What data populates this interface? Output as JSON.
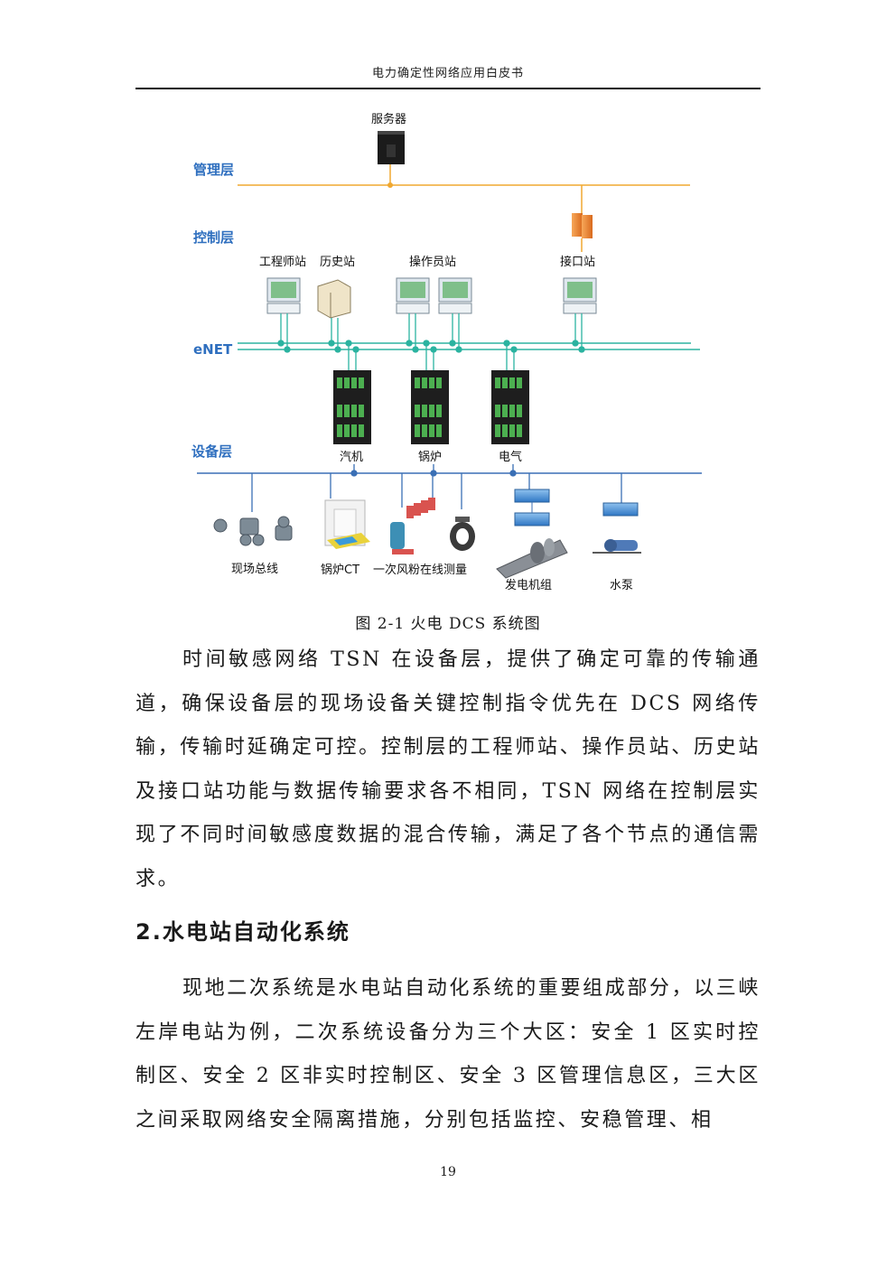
{
  "header": {
    "title": "电力确定性网络应用白皮书"
  },
  "figure": {
    "layers": {
      "mgmt": "管理层",
      "control": "控制层",
      "enet": "eNET",
      "device": "设备层"
    },
    "labels": {
      "server": "服务器",
      "engineer": "工程师站",
      "history": "历史站",
      "operator": "操作员站",
      "interface": "接口站",
      "turbine": "汽机",
      "boiler": "锅炉",
      "electric": "电气",
      "field_bus": "现场总线",
      "boiler_ct": "锅炉CT",
      "coal_measure": "一次风粉在线测量",
      "generator": "发电机组",
      "pump": "水泵"
    },
    "caption": "图 2-1  火电 DCS 系统图"
  },
  "body": {
    "paragraph1": "时间敏感网络 TSN 在设备层，提供了确定可靠的传输通道，确保设备层的现场设备关键控制指令优先在 DCS 网络传输，传输时延确定可控。控制层的工程师站、操作员站、历史站及接口站功能与数据传输要求各不相同，TSN 网络在控制层实现了不同时间敏感度数据的混合传输，满足了各个节点的通信需求。",
    "heading": "2.水电站自动化系统",
    "paragraph2": "现地二次系统是水电站自动化系统的重要组成部分，以三峡左岸电站为例，二次系统设备分为三个大区：安全 1 区实时控制区、安全 2 区非实时控制区、安全 3 区管理信息区，三大区之间采取网络安全隔离措施，分别包括监控、安稳管理、相"
  },
  "footer": {
    "page_number": "19"
  },
  "colors": {
    "mgmt_bus": "#f0a830",
    "enet_bus": "#2bb3a0",
    "device_bus": "#3a6fb5",
    "layer_label": "#2f6fbf"
  }
}
